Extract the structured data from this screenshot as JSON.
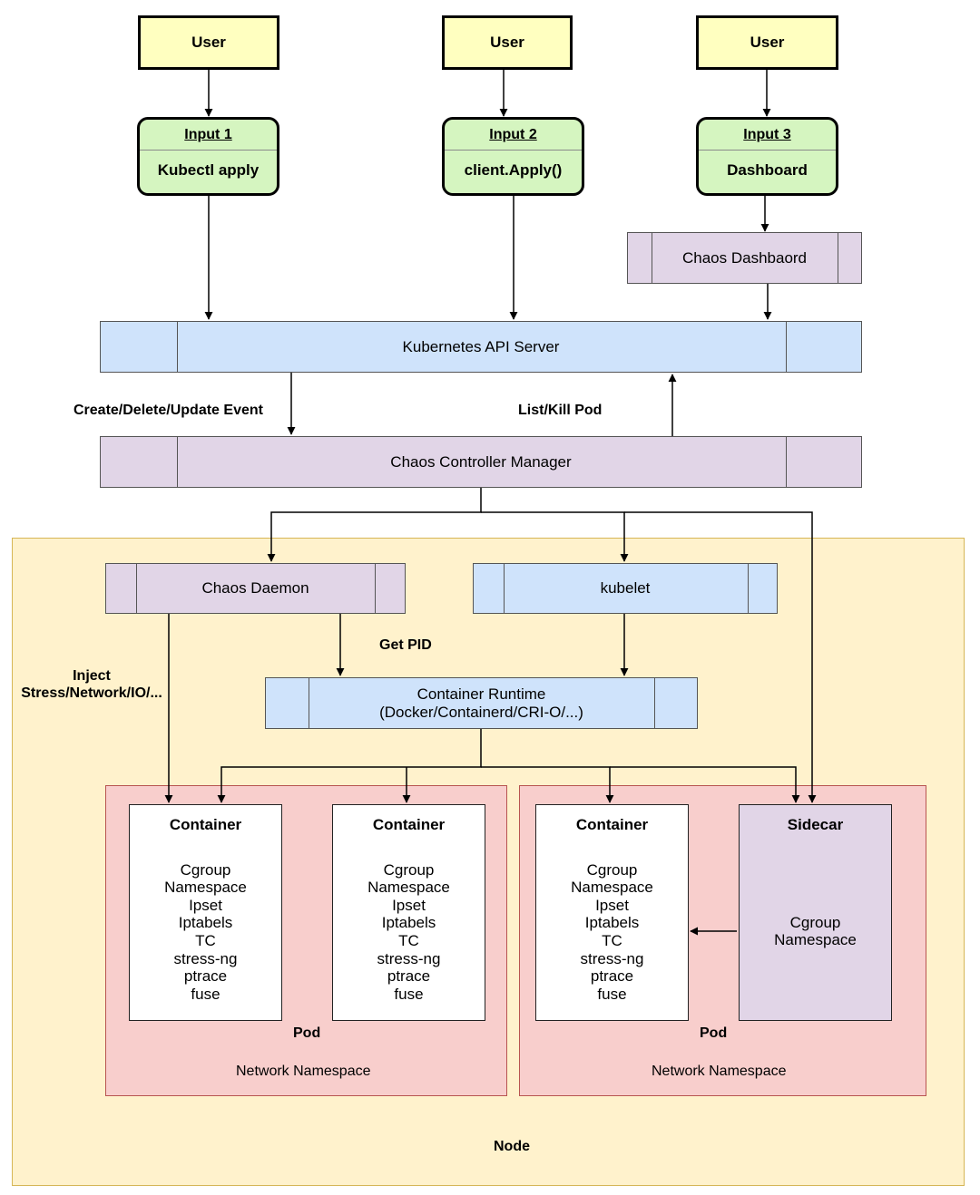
{
  "users": [
    "User",
    "User",
    "User"
  ],
  "inputs": [
    {
      "title": "Input 1",
      "action": "Kubectl apply"
    },
    {
      "title": "Input 2",
      "action": "client.Apply()"
    },
    {
      "title": "Input 3",
      "action": "Dashboard"
    }
  ],
  "chaos_dashboard": "Chaos Dashbaord",
  "api_server": "Kubernetes API Server",
  "event_label": "Create/Delete/Update Event",
  "list_kill_label": "List/Kill Pod",
  "controller_manager": "Chaos Controller Manager",
  "chaos_daemon": "Chaos Daemon",
  "kubelet": "kubelet",
  "get_pid_label": "Get PID",
  "inject_label": [
    "Inject",
    "Stress/Network/IO/..."
  ],
  "container_runtime": [
    "Container Runtime",
    "(Docker/Containerd/CRI-O/...)"
  ],
  "container_title": "Container",
  "container_items": [
    "Cgroup",
    "Namespace",
    "Ipset",
    "Iptabels",
    "TC",
    "stress-ng",
    "ptrace",
    "fuse"
  ],
  "sidecar_title": "Sidecar",
  "sidecar_items": [
    "Cgroup",
    "Namespace"
  ],
  "pod_label": "Pod",
  "network_namespace": "Network Namespace",
  "node_label": "Node"
}
